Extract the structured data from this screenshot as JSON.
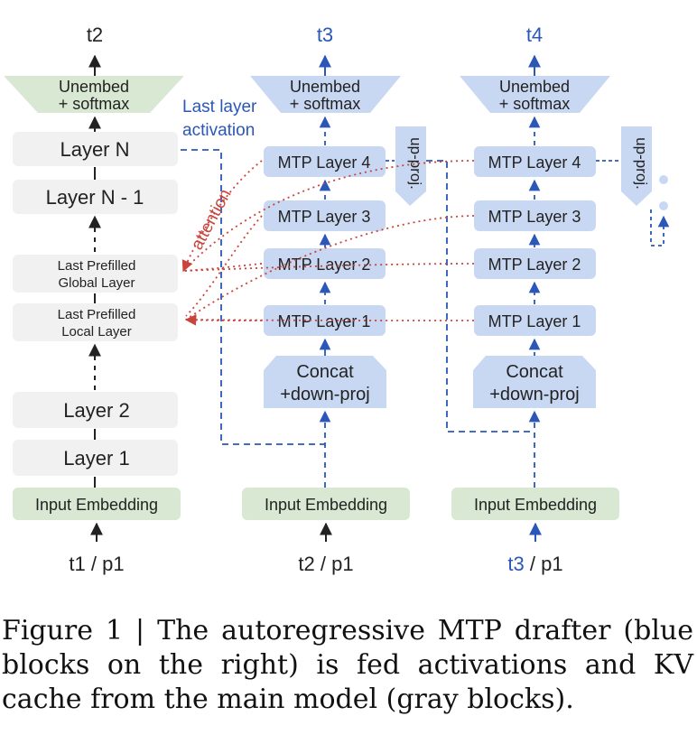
{
  "main_model": {
    "output_token": "t2",
    "unembed": [
      "Unembed",
      "+ softmax"
    ],
    "layers": {
      "layer_n": "Layer N",
      "layer_n_minus_1": "Layer N - 1",
      "last_global": [
        "Last Prefilled",
        "Global Layer"
      ],
      "last_local": [
        "Last Prefilled",
        "Local Layer"
      ],
      "layer_2": "Layer 2",
      "layer_1": "Layer 1"
    },
    "embedding": "Input Embedding",
    "input_token": "t1 / p1"
  },
  "annotations": {
    "last_layer_activation": [
      "Last layer",
      "activation"
    ],
    "attention": "attention"
  },
  "drafter_1": {
    "output_token": "t3",
    "unembed": [
      "Unembed",
      "+ softmax"
    ],
    "mtp_layers": [
      "MTP Layer 4",
      "MTP Layer 3",
      "MTP Layer 2",
      "MTP Layer 1"
    ],
    "up_proj": "up-proj.",
    "concat": [
      "Concat",
      "+down-proj"
    ],
    "embedding": "Input Embedding",
    "input_token": "t2 / p1"
  },
  "drafter_2": {
    "output_token": "t4",
    "unembed": [
      "Unembed",
      "+ softmax"
    ],
    "mtp_layers": [
      "MTP Layer 4",
      "MTP Layer 3",
      "MTP Layer 2",
      "MTP Layer 1"
    ],
    "up_proj": "up-proj.",
    "concat": [
      "Concat",
      "+down-proj"
    ],
    "embedding": "Input Embedding",
    "input_token_prefix": "t3",
    "input_token_suffix": " / p1"
  },
  "caption": "Figure 1 | The autoregressive MTP drafter (blue blocks on the right) is fed activations and KV cache from the main model (gray blocks).",
  "colors": {
    "gray_block": "#f1f1f1",
    "green_block": "#d9e8d3",
    "blue_block": "#c9d8f2",
    "blue_line": "#2a57b8",
    "attention_red": "#c9443a",
    "text": "#222222"
  }
}
